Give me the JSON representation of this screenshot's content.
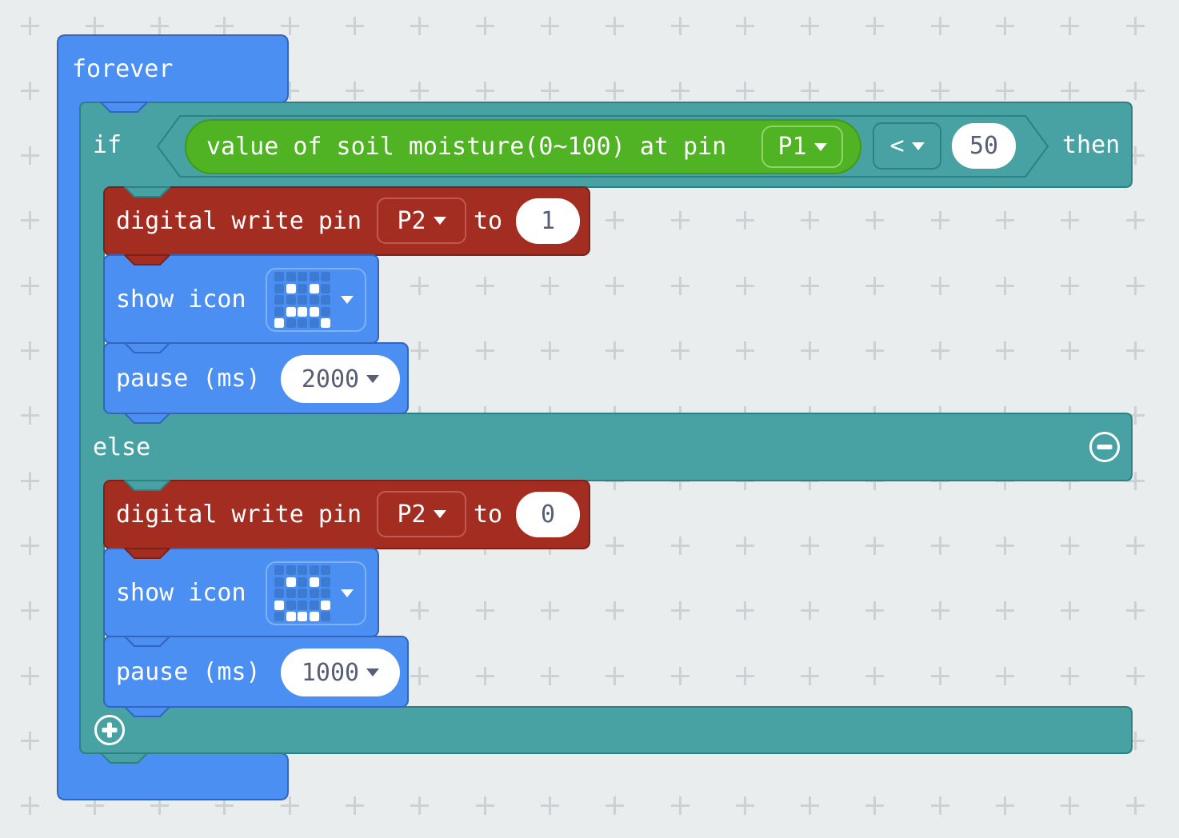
{
  "blocks": {
    "forever": {
      "label": "forever"
    },
    "if": {
      "if_label": "if",
      "then_label": "then",
      "else_label": "else"
    },
    "condition": {
      "sensor_text": "value of soil moisture(0~100) at pin",
      "pin_value": "P1",
      "operator": "<",
      "compare_value": "50"
    },
    "then_branch": {
      "digital_write": {
        "label": "digital write pin",
        "pin": "P2",
        "to": "to",
        "value": "1"
      },
      "show_icon": {
        "label": "show icon",
        "icon": "sad-face"
      },
      "pause": {
        "label": "pause (ms)",
        "value": "2000"
      }
    },
    "else_branch": {
      "digital_write": {
        "label": "digital write pin",
        "pin": "P2",
        "to": "to",
        "value": "0"
      },
      "show_icon": {
        "label": "show icon",
        "icon": "happy-face"
      },
      "pause": {
        "label": "pause (ms)",
        "value": "1000"
      }
    }
  },
  "led_patterns": {
    "sad-face": [
      "00000",
      "01010",
      "00000",
      "01110",
      "10001"
    ],
    "happy-face": [
      "00000",
      "01010",
      "00000",
      "10001",
      "01110"
    ]
  },
  "controls": {
    "remove_else_icon": "minus-circle",
    "add_clause_icon": "plus-circle"
  },
  "colors": {
    "basic_blue": "#4b8ff2",
    "logic_teal": "#48a2a3",
    "pins_red": "#a42d22",
    "sensor_green": "#4fb324",
    "field_text": "#575e75",
    "background": "#eaedee",
    "grid_cross": "#ccd2d4",
    "led_off": "#3d7ad1",
    "led_on": "#ffffff"
  }
}
